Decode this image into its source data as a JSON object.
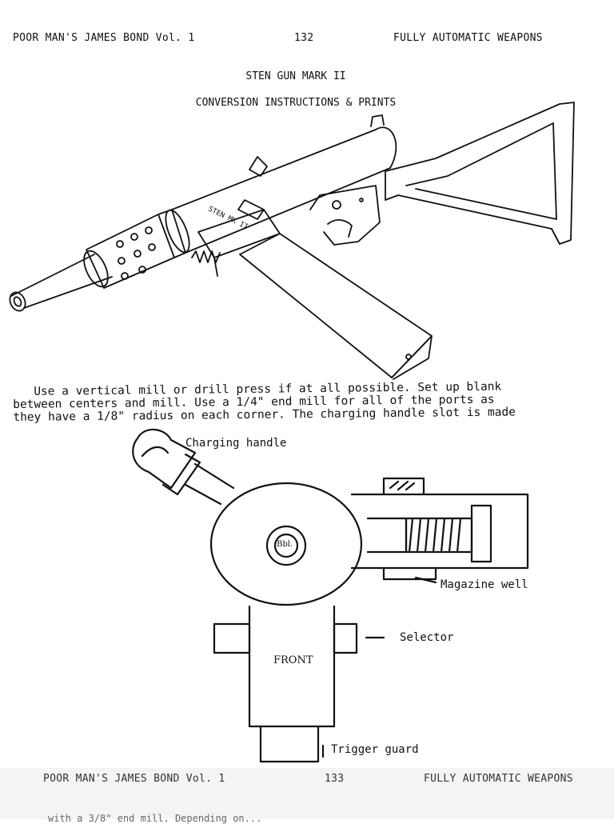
{
  "header": {
    "book_title": "POOR MAN'S JAMES BOND Vol. 1",
    "page_number": "132",
    "section": "FULLY AUTOMATIC WEAPONS"
  },
  "title": "STEN GUN MARK II",
  "subtitle": "CONVERSION INSTRUCTIONS & PRINTS",
  "gun_marking": "STEN MK II",
  "paragraph": [
    "   Use a vertical mill or drill press if at all possible. Set up blank",
    "between centers and mill. Use a 1/4\" end mill  for all of the ports as",
    "they have a 1/8\" radius on each corner. The charging handle slot is made"
  ],
  "diagram_labels": {
    "charging_handle": "Charging handle",
    "magazine_well": "Magazine well",
    "selector": "Selector",
    "front": "FRONT",
    "trigger_guard": "Trigger guard",
    "bbl": "Bbl."
  },
  "next_page_header": {
    "book_title": "POOR MAN'S JAMES BOND Vol. 1",
    "page_number": "133",
    "section": "FULLY AUTOMATIC WEAPONS"
  },
  "next_page_fragment": "with a 3/8\" end mill.    Depending on..."
}
